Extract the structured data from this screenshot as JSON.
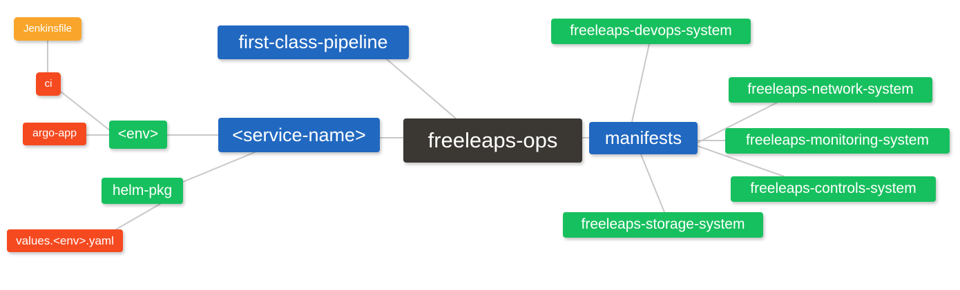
{
  "diagram": {
    "type": "mindmap",
    "title": "freeleaps-ops",
    "background": "#ffffff",
    "palette": {
      "orange": "#F9A52B",
      "red": "#F54A20",
      "green": "#17C05E",
      "blue": "#2168C0",
      "dark": "#3B3733",
      "edge": "#C8C8C8"
    },
    "nodes": [
      {
        "id": "root",
        "label": "freeleaps-ops",
        "color": "dark"
      },
      {
        "id": "servicename",
        "label": "<service-name>",
        "color": "blue"
      },
      {
        "id": "pipeline",
        "label": "first-class-pipeline",
        "color": "blue"
      },
      {
        "id": "manifests",
        "label": "manifests",
        "color": "blue"
      },
      {
        "id": "env",
        "label": "<env>",
        "color": "green"
      },
      {
        "id": "helmpkg",
        "label": "helm-pkg",
        "color": "green"
      },
      {
        "id": "ci",
        "label": "ci",
        "color": "red"
      },
      {
        "id": "argoapp",
        "label": "argo-app",
        "color": "red"
      },
      {
        "id": "valuesyaml",
        "label": "values.<env>.yaml",
        "color": "red"
      },
      {
        "id": "jenkinsfile",
        "label": "Jenkinsfile",
        "color": "orange"
      },
      {
        "id": "devops",
        "label": "freeleaps-devops-system",
        "color": "green"
      },
      {
        "id": "network",
        "label": "freeleaps-network-system",
        "color": "green"
      },
      {
        "id": "monitoring",
        "label": "freeleaps-monitoring-system",
        "color": "green"
      },
      {
        "id": "controls",
        "label": "freeleaps-controls-system",
        "color": "green"
      },
      {
        "id": "storage",
        "label": "freeleaps-storage-system",
        "color": "green"
      }
    ],
    "edges": [
      {
        "from": "root",
        "to": "servicename"
      },
      {
        "from": "root",
        "to": "pipeline"
      },
      {
        "from": "root",
        "to": "manifests"
      },
      {
        "from": "servicename",
        "to": "env"
      },
      {
        "from": "servicename",
        "to": "helmpkg"
      },
      {
        "from": "env",
        "to": "ci"
      },
      {
        "from": "env",
        "to": "argoapp"
      },
      {
        "from": "ci",
        "to": "jenkinsfile"
      },
      {
        "from": "helmpkg",
        "to": "valuesyaml"
      },
      {
        "from": "manifests",
        "to": "devops"
      },
      {
        "from": "manifests",
        "to": "network"
      },
      {
        "from": "manifests",
        "to": "monitoring"
      },
      {
        "from": "manifests",
        "to": "controls"
      },
      {
        "from": "manifests",
        "to": "storage"
      }
    ]
  }
}
